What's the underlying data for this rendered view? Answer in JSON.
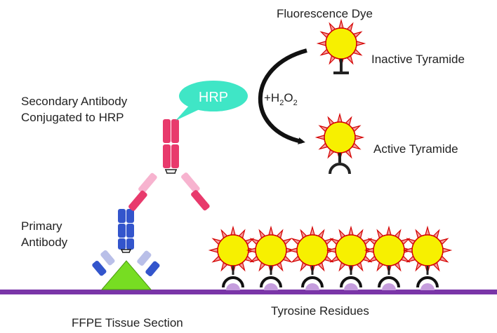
{
  "labels": {
    "fluorescence_dye": "Fluorescence Dye",
    "inactive_tyramide": "Inactive Tyramide",
    "active_tyramide": "Active Tyramide",
    "secondary_antibody_line1": "Secondary Antibody",
    "secondary_antibody_line2": "Conjugated to HRP",
    "hrp": "HRP",
    "reagent_prefix": "+H",
    "reagent_sub1": "2",
    "reagent_mid": "O",
    "reagent_sub2": "2",
    "primary_antibody_line1": "Primary",
    "primary_antibody_line2": "Antibody",
    "tissue_section": "FFPE Tissue Section",
    "tyrosine_residues": "Tyrosine Residues"
  },
  "colors": {
    "dye_fill": "#f7f000",
    "dye_stroke": "#d40000",
    "dye_ray": "#f59a9a",
    "hrp_fill": "#3fe6c6",
    "secondary_dark": "#e83a6c",
    "secondary_light": "#f7b3cf",
    "primary_dark": "#3355cc",
    "primary_light": "#b9bfe8",
    "antigen": "#77dd22",
    "tissue_line": "#7a35a8",
    "tyrosine": "#c59ddd",
    "arrow": "#111111"
  },
  "tyrosine_count": 6,
  "bound_dye_count": 6
}
